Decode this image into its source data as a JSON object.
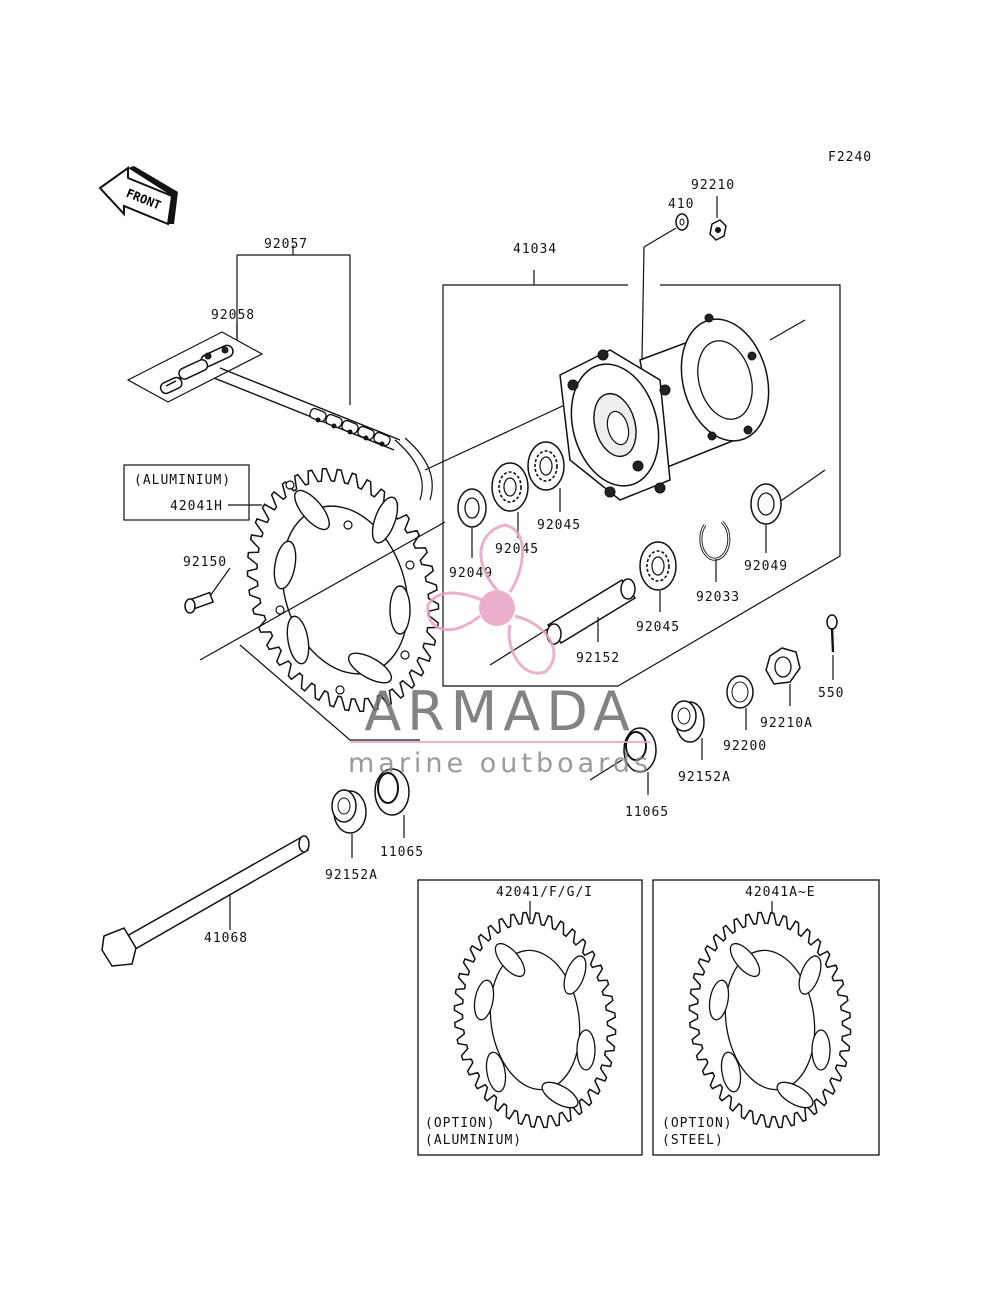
{
  "diagram_code": "F2240",
  "front_label": "FRONT",
  "watermark": {
    "title": "ARMADA",
    "subtitle": "marine outboards",
    "title_color": "#6e6e6e",
    "subtitle_color": "#8a8a8a",
    "accent_color": "#e9a3c5",
    "icon": "propeller-icon"
  },
  "parts": {
    "p92057": "92057",
    "p92058": "92058",
    "p41034": "41034",
    "p410": "410",
    "p92210": "92210",
    "p42041H": "42041H",
    "aluminium_label": "(ALUMINIUM)",
    "p92150": "92150",
    "p92049_left": "92049",
    "p92045_a": "92045",
    "p92045_b": "92045",
    "p92045_c": "92045",
    "p92049_right": "92049",
    "p92033": "92033",
    "p92152": "92152",
    "p550": "550",
    "p92210A": "92210A",
    "p92200": "92200",
    "p92152A_right": "92152A",
    "p11065_right": "11065",
    "p11065_left": "11065",
    "p92152A_left": "92152A",
    "p41068": "41068"
  },
  "options": [
    {
      "part": "42041/F/G/I",
      "line1": "(OPTION)",
      "line2": "(ALUMINIUM)"
    },
    {
      "part": "42041A~E",
      "line1": "(OPTION)",
      "line2": "(STEEL)"
    }
  ]
}
